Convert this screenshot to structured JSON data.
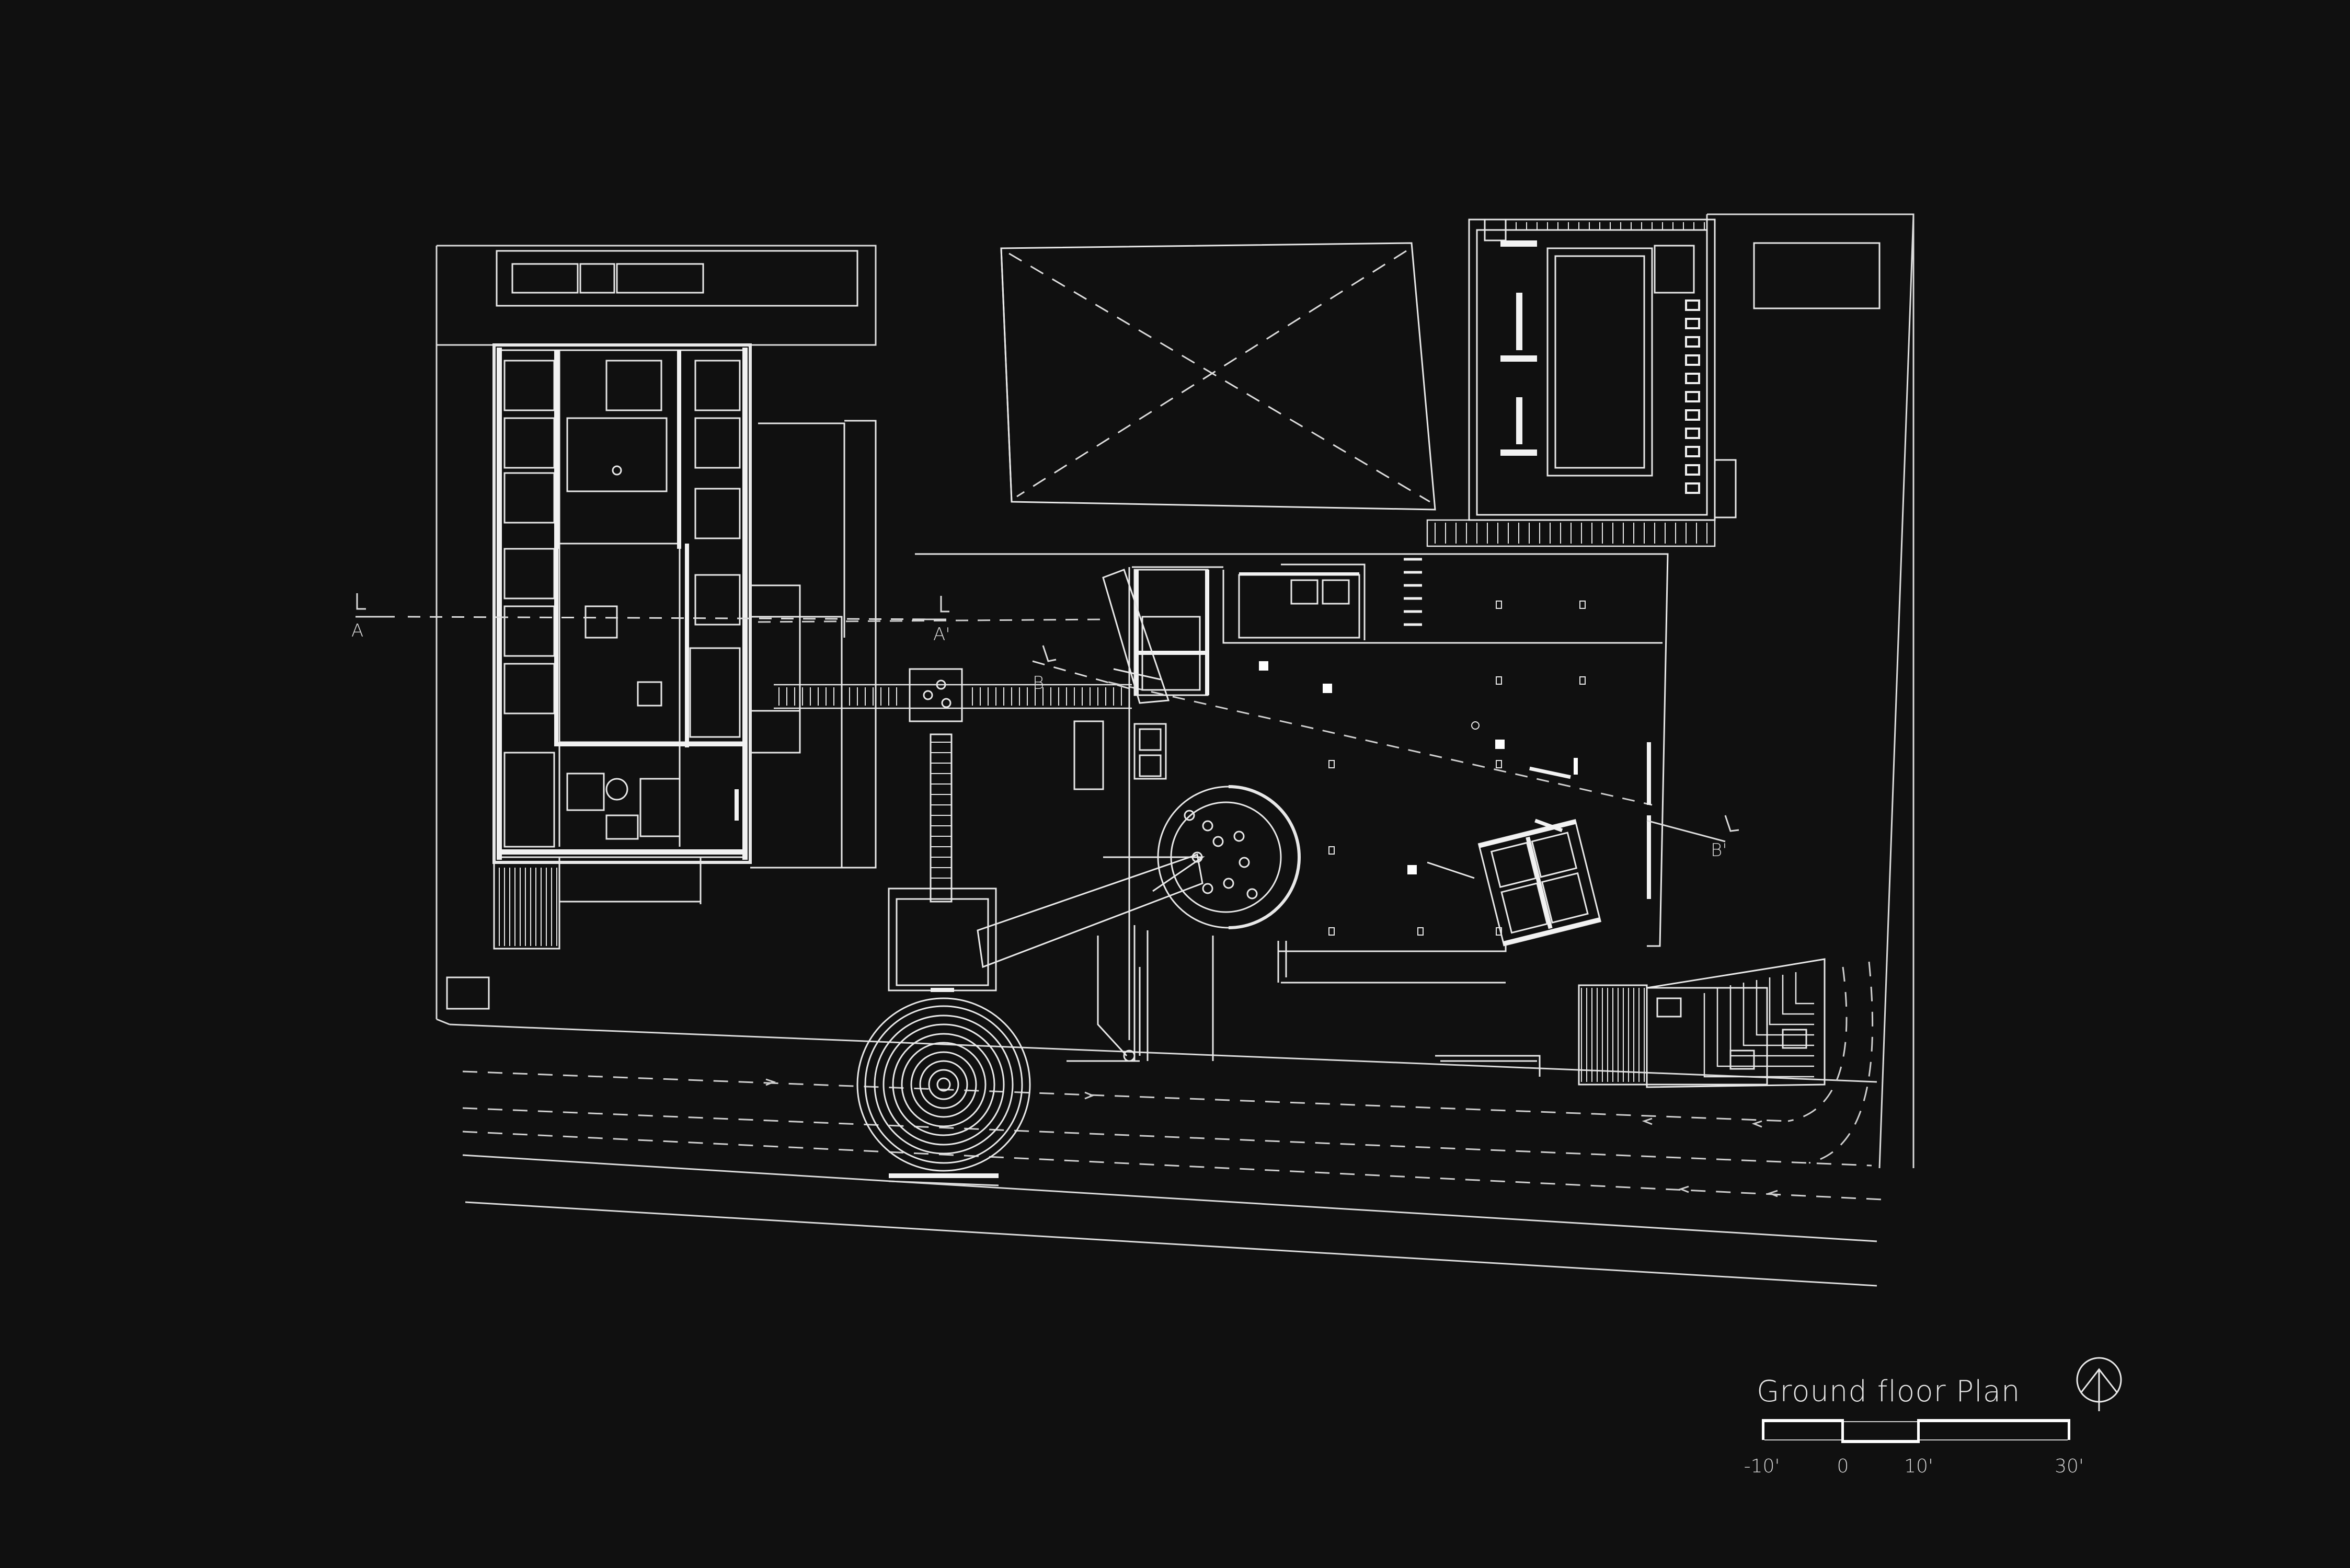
{
  "drawing": {
    "title": "Ground floor Plan",
    "background_color": "#101010",
    "line_color": "#e8e8e8",
    "fill_color": "#ffffff"
  },
  "section_markers": {
    "a_start": "A",
    "a_end": "A'",
    "b_start": "B",
    "b_end": "B'"
  },
  "scale_bar": {
    "labels": [
      "-10'",
      "0",
      "10'",
      "30'"
    ]
  },
  "north_arrow": {
    "icon": "north-arrow-icon"
  }
}
